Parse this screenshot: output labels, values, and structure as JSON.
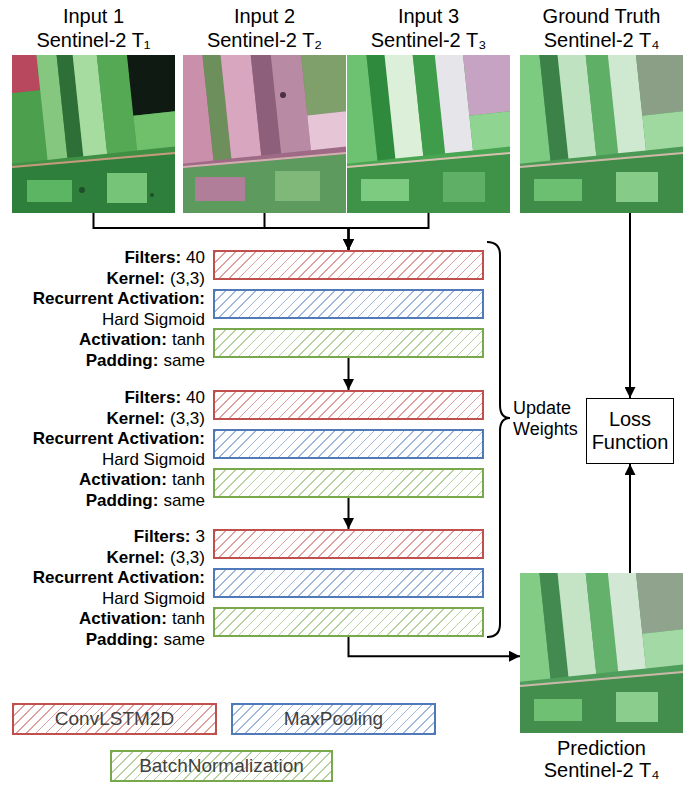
{
  "diagram": {
    "nodes": [
      {
        "text": [
          "Input 1",
          "Sentinel-2 T₁"
        ]
      },
      {
        "text": [
          "Input 2",
          "Sentinel-2 T₂"
        ]
      },
      {
        "text": [
          "Input 3",
          "Sentinel-2 T₃"
        ]
      },
      {
        "text": [
          "Ground Truth",
          "Sentinel-2 T₄"
        ]
      },
      {
        "text": [
          "Filters:",
          "40",
          "Kernel:",
          "(3,3)",
          "Recurrent Activation:",
          "Hard Sigmoid",
          "Activation:",
          "tanh",
          "Padding:",
          "same"
        ]
      },
      {
        "text": [
          "Filters:",
          "40",
          "Kernel:",
          "(3,3)",
          "Recurrent Activation:",
          "Hard Sigmoid",
          "Activation:",
          "tanh",
          "Padding:",
          "same"
        ]
      },
      {
        "text": [
          "Filters:",
          "3",
          "Kernel:",
          "(3,3)",
          "Recurrent Activation:",
          "Hard Sigmoid",
          "Activation:",
          "tanh",
          "Padding:",
          "same"
        ]
      },
      {
        "text": [
          "Prediction",
          "Sentinel-2 T₄"
        ]
      },
      {
        "text": [
          "Loss Function"
        ]
      }
    ],
    "edges": [
      {
        "from": 0,
        "to": 4,
        "arrow": "to"
      },
      {
        "from": 1,
        "to": 4,
        "arrow": "to"
      },
      {
        "from": 2,
        "to": 4,
        "arrow": "to"
      },
      {
        "from": 4,
        "to": 5,
        "arrow": "to"
      },
      {
        "from": 5,
        "to": 6,
        "arrow": "to"
      },
      {
        "from": 6,
        "to": 7,
        "arrow": "to"
      },
      {
        "from": 7,
        "to": 8,
        "arrow": "to"
      },
      {
        "from": 3,
        "to": 8,
        "arrow": "to"
      }
    ],
    "labels": [
      "Update Weights"
    ],
    "legend": [
      {
        "text": "ConvLSTM2D",
        "color": "#c0504d"
      },
      {
        "text": "MaxPooling",
        "color": "#4f79b9"
      },
      {
        "text": "BatchNormalization",
        "color": "#77a84b"
      }
    ]
  }
}
